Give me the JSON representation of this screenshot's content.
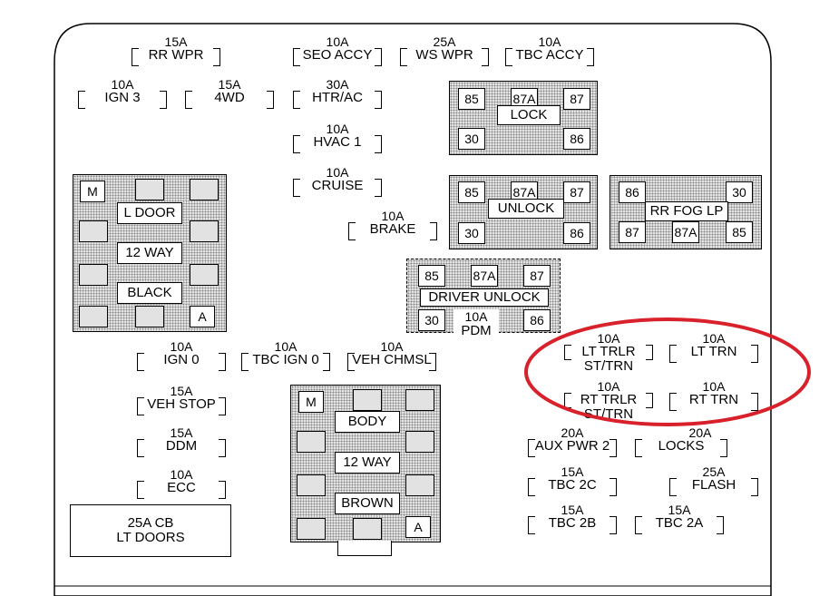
{
  "fuses": {
    "rr_wpr": {
      "amp": "15A",
      "label": "RR WPR"
    },
    "seo_accy": {
      "amp": "10A",
      "label": "SEO ACCY"
    },
    "ws_wpr": {
      "amp": "25A",
      "label": "WS WPR"
    },
    "tbc_accy": {
      "amp": "10A",
      "label": "TBC ACCY"
    },
    "ign3": {
      "amp": "10A",
      "label": "IGN 3"
    },
    "fwd4": {
      "amp": "15A",
      "label": "4WD"
    },
    "htr_ac": {
      "amp": "30A",
      "label": "HTR/AC"
    },
    "hvac1": {
      "amp": "10A",
      "label": "HVAC 1"
    },
    "cruise": {
      "amp": "10A",
      "label": "CRUISE"
    },
    "brake": {
      "amp": "10A",
      "label": "BRAKE"
    },
    "ign0": {
      "amp": "10A",
      "label": "IGN 0"
    },
    "tbc_ign0": {
      "amp": "10A",
      "label": "TBC IGN 0"
    },
    "veh_chmsl": {
      "amp": "10A",
      "label": "VEH CHMSL"
    },
    "veh_stop": {
      "amp": "15A",
      "label": "VEH STOP"
    },
    "ddm": {
      "amp": "15A",
      "label": "DDM"
    },
    "ecc": {
      "amp": "10A",
      "label": "ECC"
    },
    "lt_trlr": {
      "amp": "10A",
      "label": "LT TRLR",
      "label2": "ST/TRN"
    },
    "lt_trn": {
      "amp": "10A",
      "label": "LT TRN"
    },
    "rt_trlr": {
      "amp": "10A",
      "label": "RT TRLR",
      "label2": "ST/TRN"
    },
    "rt_trn": {
      "amp": "10A",
      "label": "RT TRN"
    },
    "aux_pwr2": {
      "amp": "20A",
      "label": "AUX PWR 2"
    },
    "locks": {
      "amp": "20A",
      "label": "LOCKS"
    },
    "tbc2c": {
      "amp": "15A",
      "label": "TBC 2C"
    },
    "flash": {
      "amp": "25A",
      "label": "FLASH"
    },
    "tbc2b": {
      "amp": "15A",
      "label": "TBC 2B"
    },
    "tbc2a": {
      "amp": "15A",
      "label": "TBC 2A"
    }
  },
  "relays": {
    "lock": {
      "label": "LOCK",
      "pins": [
        "85",
        "87A",
        "87",
        "30",
        "86"
      ]
    },
    "unlock": {
      "label": "UNLOCK",
      "pins": [
        "85",
        "87A",
        "87",
        "30",
        "86"
      ]
    },
    "rr_fog_lp": {
      "label": "RR FOG LP",
      "pins": [
        "86",
        "30",
        "87",
        "87A",
        "85"
      ]
    },
    "driver_unlock": {
      "label": "DRIVER UNLOCK",
      "pins": [
        "85",
        "87A",
        "87",
        "30",
        "86"
      ]
    },
    "pdm": {
      "amp": "10A",
      "label": "PDM"
    }
  },
  "connectors": {
    "left": {
      "m": "M",
      "a": "A",
      "labels": [
        "L DOOR",
        "12 WAY",
        "BLACK"
      ]
    },
    "body": {
      "m": "M",
      "a": "A",
      "labels": [
        "BODY",
        "12 WAY",
        "BROWN"
      ]
    }
  },
  "circuit_breaker": {
    "line1": "25A CB",
    "line2": "LT DOORS"
  },
  "colors": {
    "highlight": "#d9212b",
    "stipple": "#e2e2e2"
  }
}
